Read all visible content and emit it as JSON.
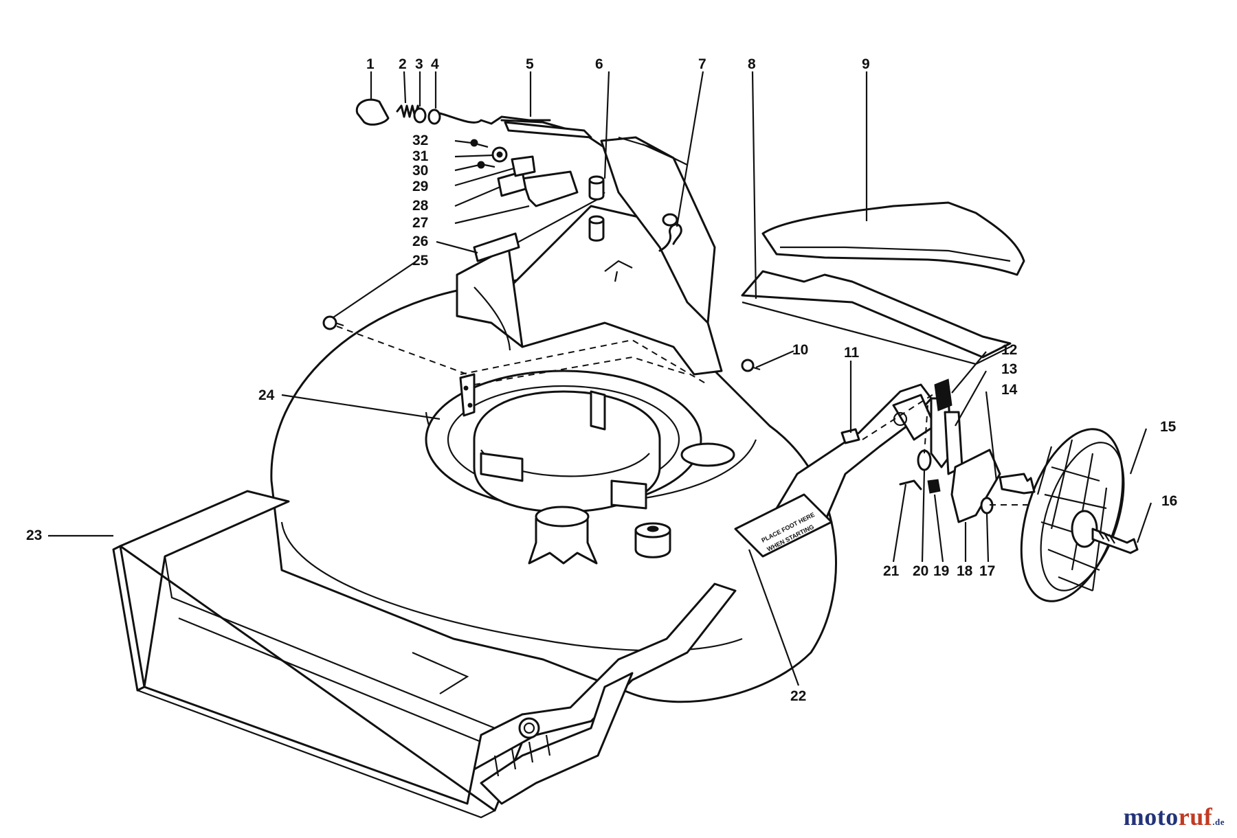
{
  "callouts": [
    "1",
    "2",
    "3",
    "4",
    "5",
    "6",
    "7",
    "8",
    "9",
    "10",
    "11",
    "12",
    "13",
    "14",
    "15",
    "16",
    "17",
    "18",
    "19",
    "20",
    "21",
    "22",
    "23",
    "24",
    "25",
    "26",
    "27",
    "28",
    "29",
    "30",
    "31",
    "32"
  ],
  "decal_lines": [
    "PLACE FOOT HERE",
    "WHEN STARTING"
  ],
  "watermark": {
    "part1": "moto",
    "part2": "ruf",
    "part3": ".de"
  },
  "colors": {
    "ink": "#111111",
    "brand_blue": "#23337a",
    "brand_red": "#c23a22"
  }
}
